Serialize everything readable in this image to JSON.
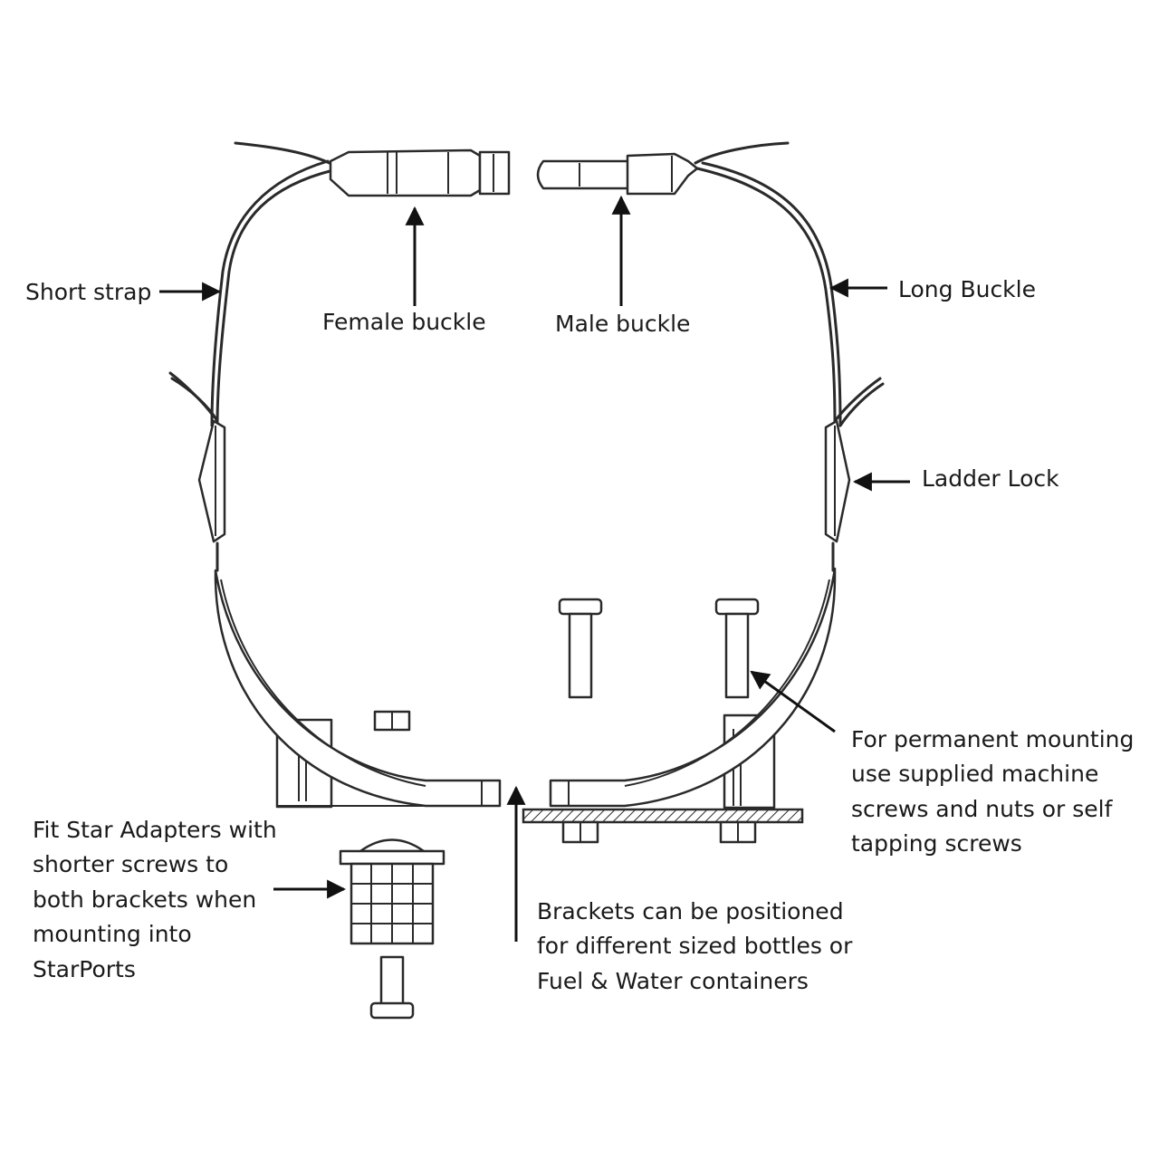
{
  "labels": {
    "short_strap": "Short strap",
    "female_buckle": "Female buckle",
    "male_buckle": "Male buckle",
    "long_buckle": "Long Buckle",
    "ladder_lock": "Ladder Lock",
    "permanent_mounting": [
      "For permanent mounting",
      "use supplied machine",
      "screws and nuts or self",
      "tapping screws"
    ],
    "star_adapters": [
      "Fit Star Adapters with",
      "shorter screws to",
      "both brackets when",
      "mounting into",
      "StarPorts"
    ],
    "brackets_position": [
      "Brackets can be positioned",
      "for different sized bottles or",
      "Fuel & Water containers"
    ]
  },
  "colors": {
    "line": "#2a2a2a",
    "text": "#1a1a1a",
    "background": "#ffffff"
  }
}
